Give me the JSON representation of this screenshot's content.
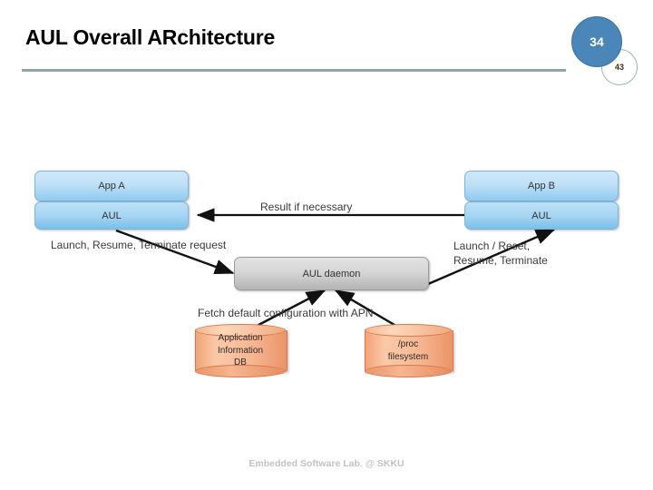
{
  "slide": {
    "title": "AUL Overall ARchitecture",
    "page_number": "34",
    "page_number_sub": "43",
    "footer": "Embedded Software Lab. @ SKKU",
    "accent_color": "#4a86b8",
    "rule_color": "#8aa6a6"
  },
  "diagram": {
    "type": "block-diagram",
    "nodes": [
      {
        "id": "app-a",
        "label": "App A",
        "kind": "app-box",
        "color": "#bfe0f8"
      },
      {
        "id": "aul-left",
        "label": "AUL",
        "kind": "aul-box",
        "color": "#a7d5f3"
      },
      {
        "id": "app-b",
        "label": "App B",
        "kind": "app-box",
        "color": "#bfe0f8"
      },
      {
        "id": "aul-right",
        "label": "AUL",
        "kind": "aul-box",
        "color": "#a7d5f3"
      },
      {
        "id": "aul-daemon",
        "label": "AUL daemon",
        "kind": "daemon-box",
        "color": "#d6d6d6"
      }
    ],
    "datastores": [
      {
        "id": "app-info-db",
        "lines": [
          "Application",
          "Information",
          "DB"
        ],
        "color": "#f6b692"
      },
      {
        "id": "proc-fs",
        "lines": [
          "/proc",
          "filesystem"
        ],
        "color": "#f6b692"
      }
    ],
    "edges": [
      {
        "id": "result",
        "label": "Result if necessary",
        "from": "aul-right",
        "to": "aul-left"
      },
      {
        "id": "left-request",
        "label": "Launch, Resume, Terminate request",
        "from": "aul-left",
        "to": "aul-daemon"
      },
      {
        "id": "right-request",
        "label": "Launch / Reset,\nResume, Terminate",
        "from": "aul-daemon",
        "to": "aul-right"
      },
      {
        "id": "fetch-config",
        "label": "Fetch default configuration with APN",
        "from": "datastores",
        "to": "aul-daemon"
      }
    ]
  }
}
